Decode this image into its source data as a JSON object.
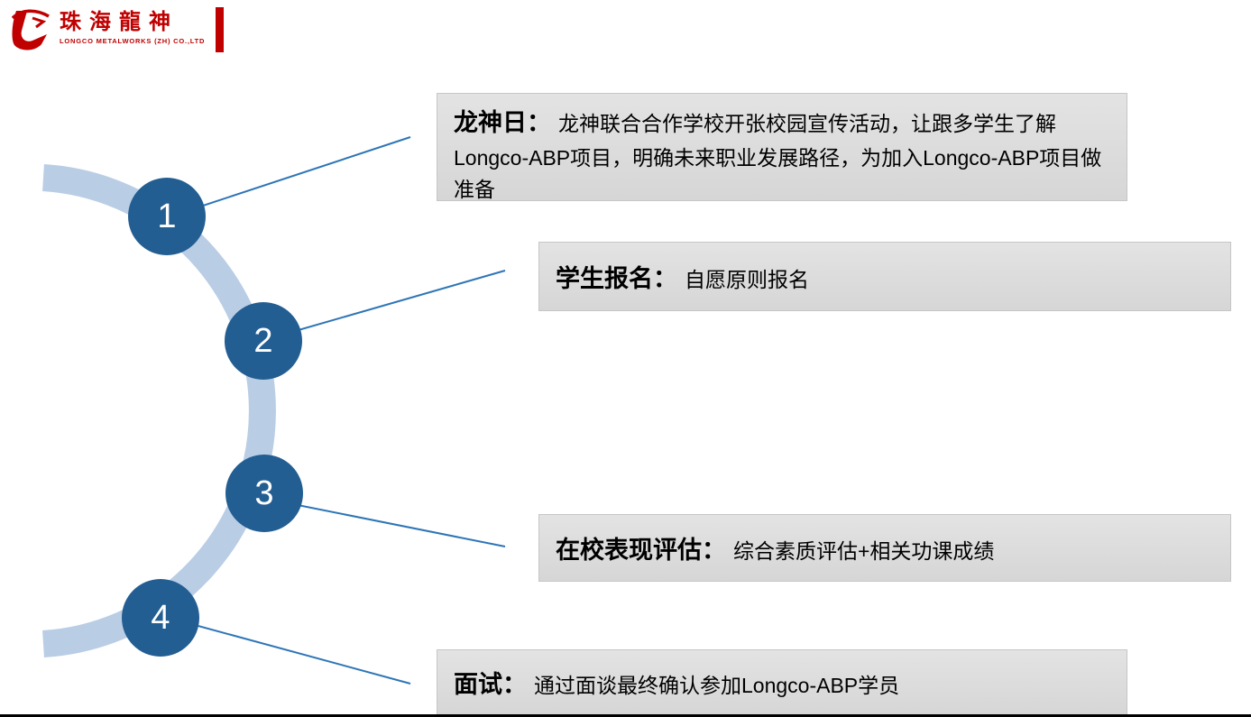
{
  "logo": {
    "company_name": "珠海龍神",
    "company_subtitle": "LONGCO METALWORKS (ZH) CO.,LTD"
  },
  "steps": [
    {
      "number": "1",
      "label": "龙神日：",
      "description": "龙神联合合作学校开张校园宣传活动，让跟多学生了解Longco-ABP项目，明确未来职业发展路径，为加入Longco-ABP项目做准备"
    },
    {
      "number": "2",
      "label": "学生报名：",
      "description": "自愿原则报名"
    },
    {
      "number": "3",
      "label": "在校表现评估：",
      "description": "综合素质评估+相关功课成绩"
    },
    {
      "number": "4",
      "label": "面试：",
      "description": "通过面谈最终确认参加Longco-ABP学员"
    }
  ],
  "colors": {
    "step_circle": "#235e93",
    "arc": "#b9cde5",
    "connector": "#2e75b6",
    "box_background": "#d9d9d9",
    "brand_red": "#c00000"
  }
}
